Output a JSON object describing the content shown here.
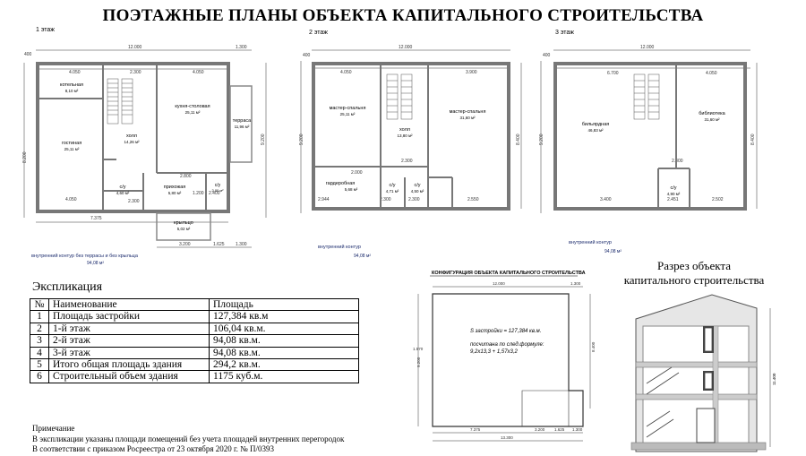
{
  "title": "ПОЭТАЖНЫЕ ПЛАНЫ ОБЪЕКТА КАПИТАЛЬНОГО СТРОИТЕЛЬСТВА",
  "floor1": {
    "label": "1 этаж",
    "dims": {
      "top_total": "12.000",
      "top_right": "1.300",
      "top_left": "400",
      "a": "4.050",
      "b": "2.300",
      "c": "4.050",
      "side": "8.200",
      "side_right": "9.200",
      "bottom_a": "4.050",
      "bottom_b": "2.300",
      "bottom_total": "7.375",
      "bottom_c": "3.200",
      "bottom_d": "1.625",
      "bottom_e": "1.300",
      "mid": "2.800",
      "h": "1.200",
      "v": "2.400"
    },
    "rooms": [
      {
        "name": "котельная",
        "area": "8,10 м²"
      },
      {
        "name": "гостиная",
        "area": "25,11 м²"
      },
      {
        "name": "холл",
        "area": "14,26 м²"
      },
      {
        "name": "кухня-столовая",
        "area": "25,11 м²"
      },
      {
        "name": "терраса",
        "area": "11,96 м²"
      },
      {
        "name": "с/у",
        "area": "4,60 м²"
      },
      {
        "name": "прихожая",
        "area": "5,80 м²"
      },
      {
        "name": "с/у",
        "area": "2,00 м²"
      },
      {
        "name": "крыльцо",
        "area": "5,02 м²"
      }
    ],
    "caption": "внутренний контур без террасы и без крыльца",
    "caption_area": "94,08 м²"
  },
  "floor2": {
    "label": "2 этаж",
    "dims": {
      "top_total": "12.000",
      "top_left": "400",
      "a": "4.050",
      "b": "3.900",
      "side": "9.200",
      "right": "8.400",
      "bottom_a": "2.944",
      "bottom_b": "2.300",
      "bottom_c": "2.300",
      "bottom_d": "2.550",
      "mid": "2.300",
      "small_a": "2.000"
    },
    "rooms": [
      {
        "name": "мастер-спальня",
        "area": "25,11 м²"
      },
      {
        "name": "холл",
        "area": "13,80 м²"
      },
      {
        "name": "мастер-спальня",
        "area": "31,60 м²"
      },
      {
        "name": "гардеробная",
        "area": "5,68 м²"
      },
      {
        "name": "с/у",
        "area": "4,71 м²"
      },
      {
        "name": "с/у",
        "area": "4,50 м²"
      }
    ],
    "caption": "внутренний контур",
    "caption_area": "94,08 м²"
  },
  "floor3": {
    "label": "3 этаж",
    "dims": {
      "top_total": "12.000",
      "top_left": "400",
      "a": "6.700",
      "b": "4.050",
      "side": "9.200",
      "right": "8.400",
      "bottom_a": "3.400",
      "bottom_b": "2.451",
      "bottom_c": "2.502",
      "mid": "2.300"
    },
    "rooms": [
      {
        "name": "бильярдная",
        "area": "46,83 м²"
      },
      {
        "name": "библиотека",
        "area": "31,60 м²"
      },
      {
        "name": "с/у",
        "area": "4,90 м²"
      }
    ],
    "caption": "внутренний контур",
    "caption_area": "94,08 м²"
  },
  "explication": {
    "title": "Экспликация",
    "headers": [
      "№",
      "Наименование",
      "Площадь"
    ],
    "rows": [
      {
        "n": "1",
        "name": "Площадь застройки",
        "value": "127,384 кв.м"
      },
      {
        "n": "2",
        "name": "1-й этаж",
        "value": "106,04 кв.м."
      },
      {
        "n": "3",
        "name": "2-й этаж",
        "value": "94,08 кв.м."
      },
      {
        "n": "4",
        "name": "3-й этаж",
        "value": "94,08 кв.м."
      },
      {
        "n": "5",
        "name": "Итого общая площадь здания",
        "value": "294,2 кв.м."
      },
      {
        "n": "6",
        "name": "Строительный объем здания",
        "value": "1175 куб.м."
      }
    ]
  },
  "notes": {
    "line1": "Примечание",
    "line2": "В экспликации указаны площади помещений без учета площадей внутренних перегородок",
    "line3": "В соответствии с приказом Росреестра от 23 октября 2020 г. № П/0393"
  },
  "config": {
    "title": "КОНФИГУРАЦИЯ ОБЪЕКТА КАПИТАЛЬНОГО СТРОИТЕЛЬСТВА",
    "formula_line1": "S застройки = 127,384 кв.м.",
    "formula_line2": "посчитана по след.формуле:",
    "formula_line3": "9,2х13,3 + 1,57х3,2",
    "dims": {
      "top": "12.000",
      "top_r": "1.300",
      "left": "9.200",
      "right": "8.400",
      "right2": "3.200",
      "bottom_a": "7.375",
      "bottom_b": "3.200",
      "bottom_c": "1.625",
      "bottom_d": "1.300",
      "total": "13.300",
      "mark": "1.570"
    }
  },
  "section": {
    "title_line1": "Разрез объекта",
    "title_line2": "капитального строительства",
    "dim": "11.400"
  }
}
